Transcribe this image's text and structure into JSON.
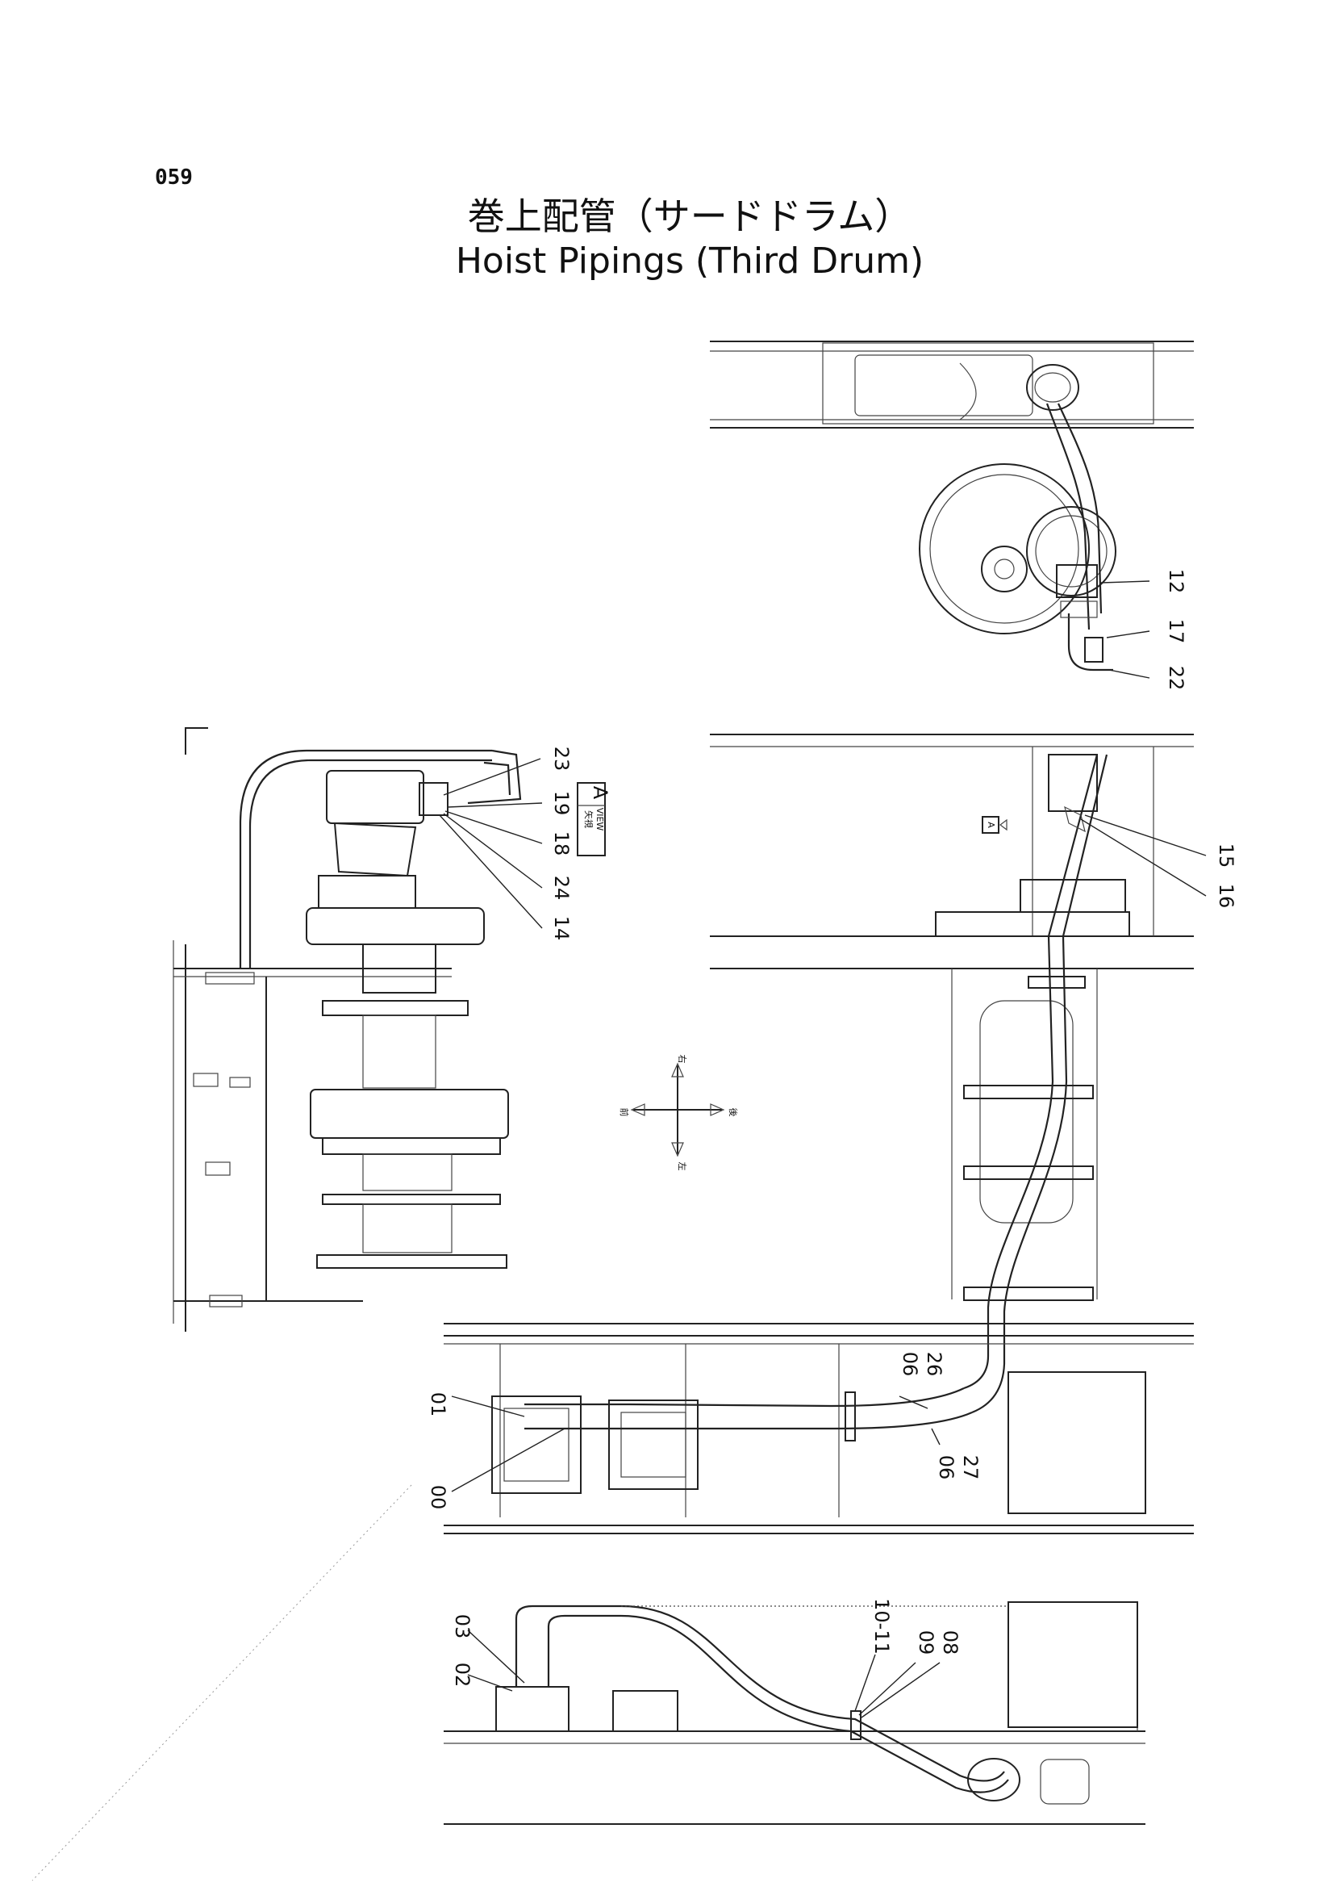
{
  "page_number": "059",
  "title_jp": "巻上配管（サードドラム）",
  "title_en": "Hoist Pipings (Third Drum)",
  "view_label": {
    "jp": "矢視",
    "en": "VIEW",
    "letter": "A"
  },
  "view_marker": "A",
  "directions": {
    "up": "右",
    "down": "左",
    "left": "前",
    "right": "後"
  },
  "part_labels": {
    "p00": "00",
    "p01": "01",
    "p02": "02",
    "p03": "03",
    "p06a": "06",
    "p26": "26",
    "p06b": "06",
    "p27": "27",
    "p08": "08",
    "p09": "09",
    "p10_11": "10-11",
    "p12": "12",
    "p14": "14",
    "p15": "15",
    "p16": "16",
    "p17": "17",
    "p18": "18",
    "p19": "19",
    "p22": "22",
    "p23": "23",
    "p24": "24"
  }
}
